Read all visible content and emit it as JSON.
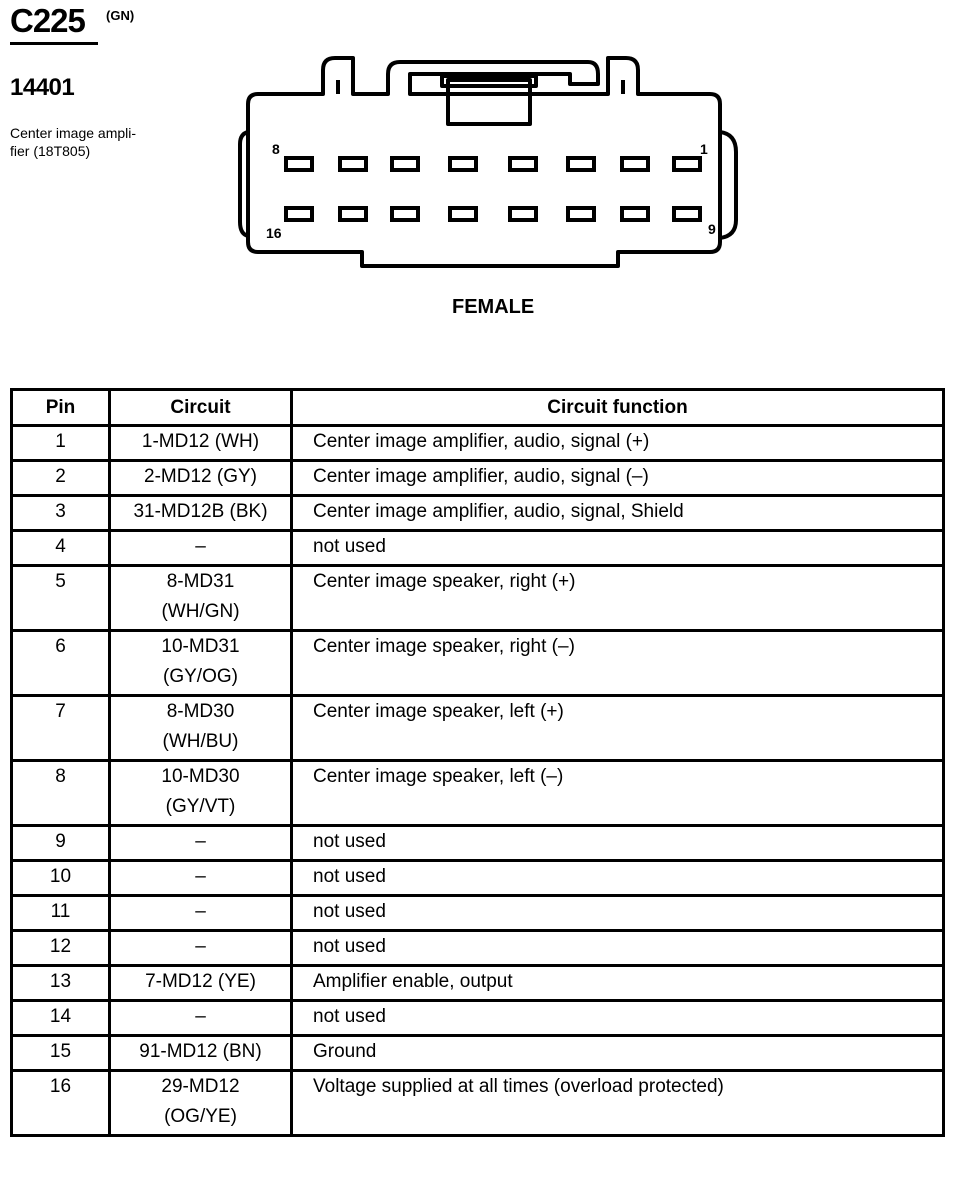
{
  "header": {
    "connector_id": "C225",
    "color_code": "(GN)",
    "part_number": "14401",
    "description_line1": "Center image ampli-",
    "description_line2": "fier (18T805)"
  },
  "diagram": {
    "pin_label_top_left": "8",
    "pin_label_top_right": "1",
    "pin_label_bottom_left": "16",
    "pin_label_bottom_right": "9",
    "gender_label": "FEMALE"
  },
  "table": {
    "headers": [
      "Pin",
      "Circuit",
      "Circuit function"
    ],
    "rows": [
      {
        "pin": "1",
        "circuit": [
          "1-MD12 (WH)"
        ],
        "function": "Center image amplifier, audio, signal (+)"
      },
      {
        "pin": "2",
        "circuit": [
          "2-MD12 (GY)"
        ],
        "function": "Center image amplifier, audio, signal (–)"
      },
      {
        "pin": "3",
        "circuit": [
          "31-MD12B (BK)"
        ],
        "function": "Center image amplifier, audio, signal, Shield"
      },
      {
        "pin": "4",
        "circuit": [
          "–"
        ],
        "function": "not used"
      },
      {
        "pin": "5",
        "circuit": [
          "8-MD31",
          "(WH/GN)"
        ],
        "function": "Center image speaker, right (+)"
      },
      {
        "pin": "6",
        "circuit": [
          "10-MD31",
          "(GY/OG)"
        ],
        "function": "Center image speaker, right (–)"
      },
      {
        "pin": "7",
        "circuit": [
          "8-MD30",
          "(WH/BU)"
        ],
        "function": "Center image speaker, left (+)"
      },
      {
        "pin": "8",
        "circuit": [
          "10-MD30",
          "(GY/VT)"
        ],
        "function": "Center image speaker, left (–)"
      },
      {
        "pin": "9",
        "circuit": [
          "–"
        ],
        "function": "not used"
      },
      {
        "pin": "10",
        "circuit": [
          "–"
        ],
        "function": "not used"
      },
      {
        "pin": "11",
        "circuit": [
          "–"
        ],
        "function": "not used"
      },
      {
        "pin": "12",
        "circuit": [
          "–"
        ],
        "function": "not used"
      },
      {
        "pin": "13",
        "circuit": [
          "7-MD12 (YE)"
        ],
        "function": "Amplifier enable, output"
      },
      {
        "pin": "14",
        "circuit": [
          "–"
        ],
        "function": "not used"
      },
      {
        "pin": "15",
        "circuit": [
          "91-MD12 (BN)"
        ],
        "function": "Ground"
      },
      {
        "pin": "16",
        "circuit": [
          "29-MD12",
          "(OG/YE)"
        ],
        "function": "Voltage supplied at all times (overload protected)"
      }
    ]
  }
}
